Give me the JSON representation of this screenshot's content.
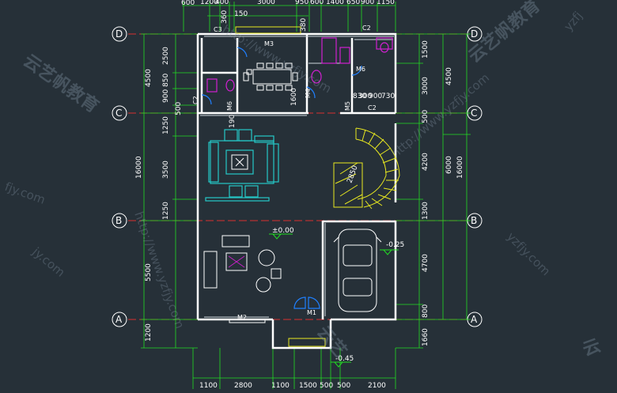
{
  "grid_axes": {
    "rows": [
      {
        "label": "D"
      },
      {
        "label": "C"
      },
      {
        "label": "B"
      },
      {
        "label": "A"
      }
    ]
  },
  "dims_top": [
    "600",
    "1200",
    "400",
    "360",
    "150",
    "3000",
    "950",
    "600",
    "1400",
    "650",
    "900",
    "1150"
  ],
  "dims_bottom": [
    "1100",
    "2800",
    "1100",
    "1500",
    "500",
    "500",
    "2100"
  ],
  "dims_left_outer": [
    "4500",
    "16000",
    "5500",
    "1200"
  ],
  "dims_left_inner": [
    "2500",
    "850",
    "900",
    "500",
    "1250",
    "3500",
    "1250"
  ],
  "dims_right_inner": [
    "1500",
    "3000",
    "500",
    "4200",
    "1300",
    "4700",
    "800",
    "1660"
  ],
  "dims_right_outer": [
    "4500",
    "6000",
    "16000"
  ],
  "rooms": {
    "m1": "M1",
    "m2": "M2",
    "m3": "M3",
    "m4": "M4",
    "m5": "M5",
    "m6a": "M6",
    "m6b": "M6",
    "c2a": "C2",
    "c2b": "C2",
    "c2c": "C2",
    "c3": "C3"
  },
  "interior_dims": [
    "300",
    "900",
    "730",
    "1600",
    "190",
    "830",
    "380"
  ],
  "levels": {
    "main": "±0.00",
    "garage": "-0.25",
    "entry": "-0.45"
  },
  "stair_dims": "2850",
  "watermarks": {
    "cn": "云艺帆教育",
    "url": "http://www.yzfjy.com",
    "short": "yzfjy.com",
    "frag1": "jy.com",
    "frag2": "yzfj",
    "frag3": "云艺",
    "frag4": "fjy.com",
    "frag5": "云"
  },
  "colors": {
    "background": "#263038",
    "wall": "#ffffff",
    "grid_axis": "#e03030",
    "dimension": "#22dd22",
    "furniture": "#25c8c8",
    "stair": "#e8e820",
    "fixture": "#d020d0",
    "door": "#2080ff"
  }
}
